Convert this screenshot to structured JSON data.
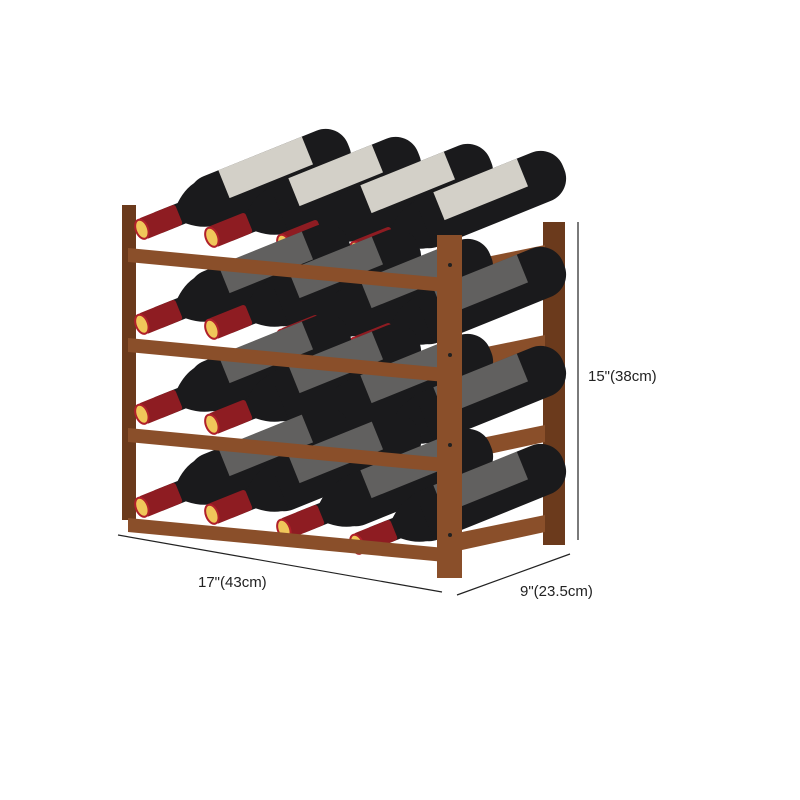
{
  "product": {
    "rows": 4,
    "bottles_per_row": 4,
    "colors": {
      "wood": "#8a4f2a",
      "wood_dark": "#6b3a1c",
      "bottle": "#1a1a1c",
      "capsule": "#8e1c22",
      "cork": "#f0c75a"
    }
  },
  "dimensions": {
    "height": "15\"(38cm)",
    "width": "17\"(43cm)",
    "depth": "9\"(23.5cm)"
  }
}
